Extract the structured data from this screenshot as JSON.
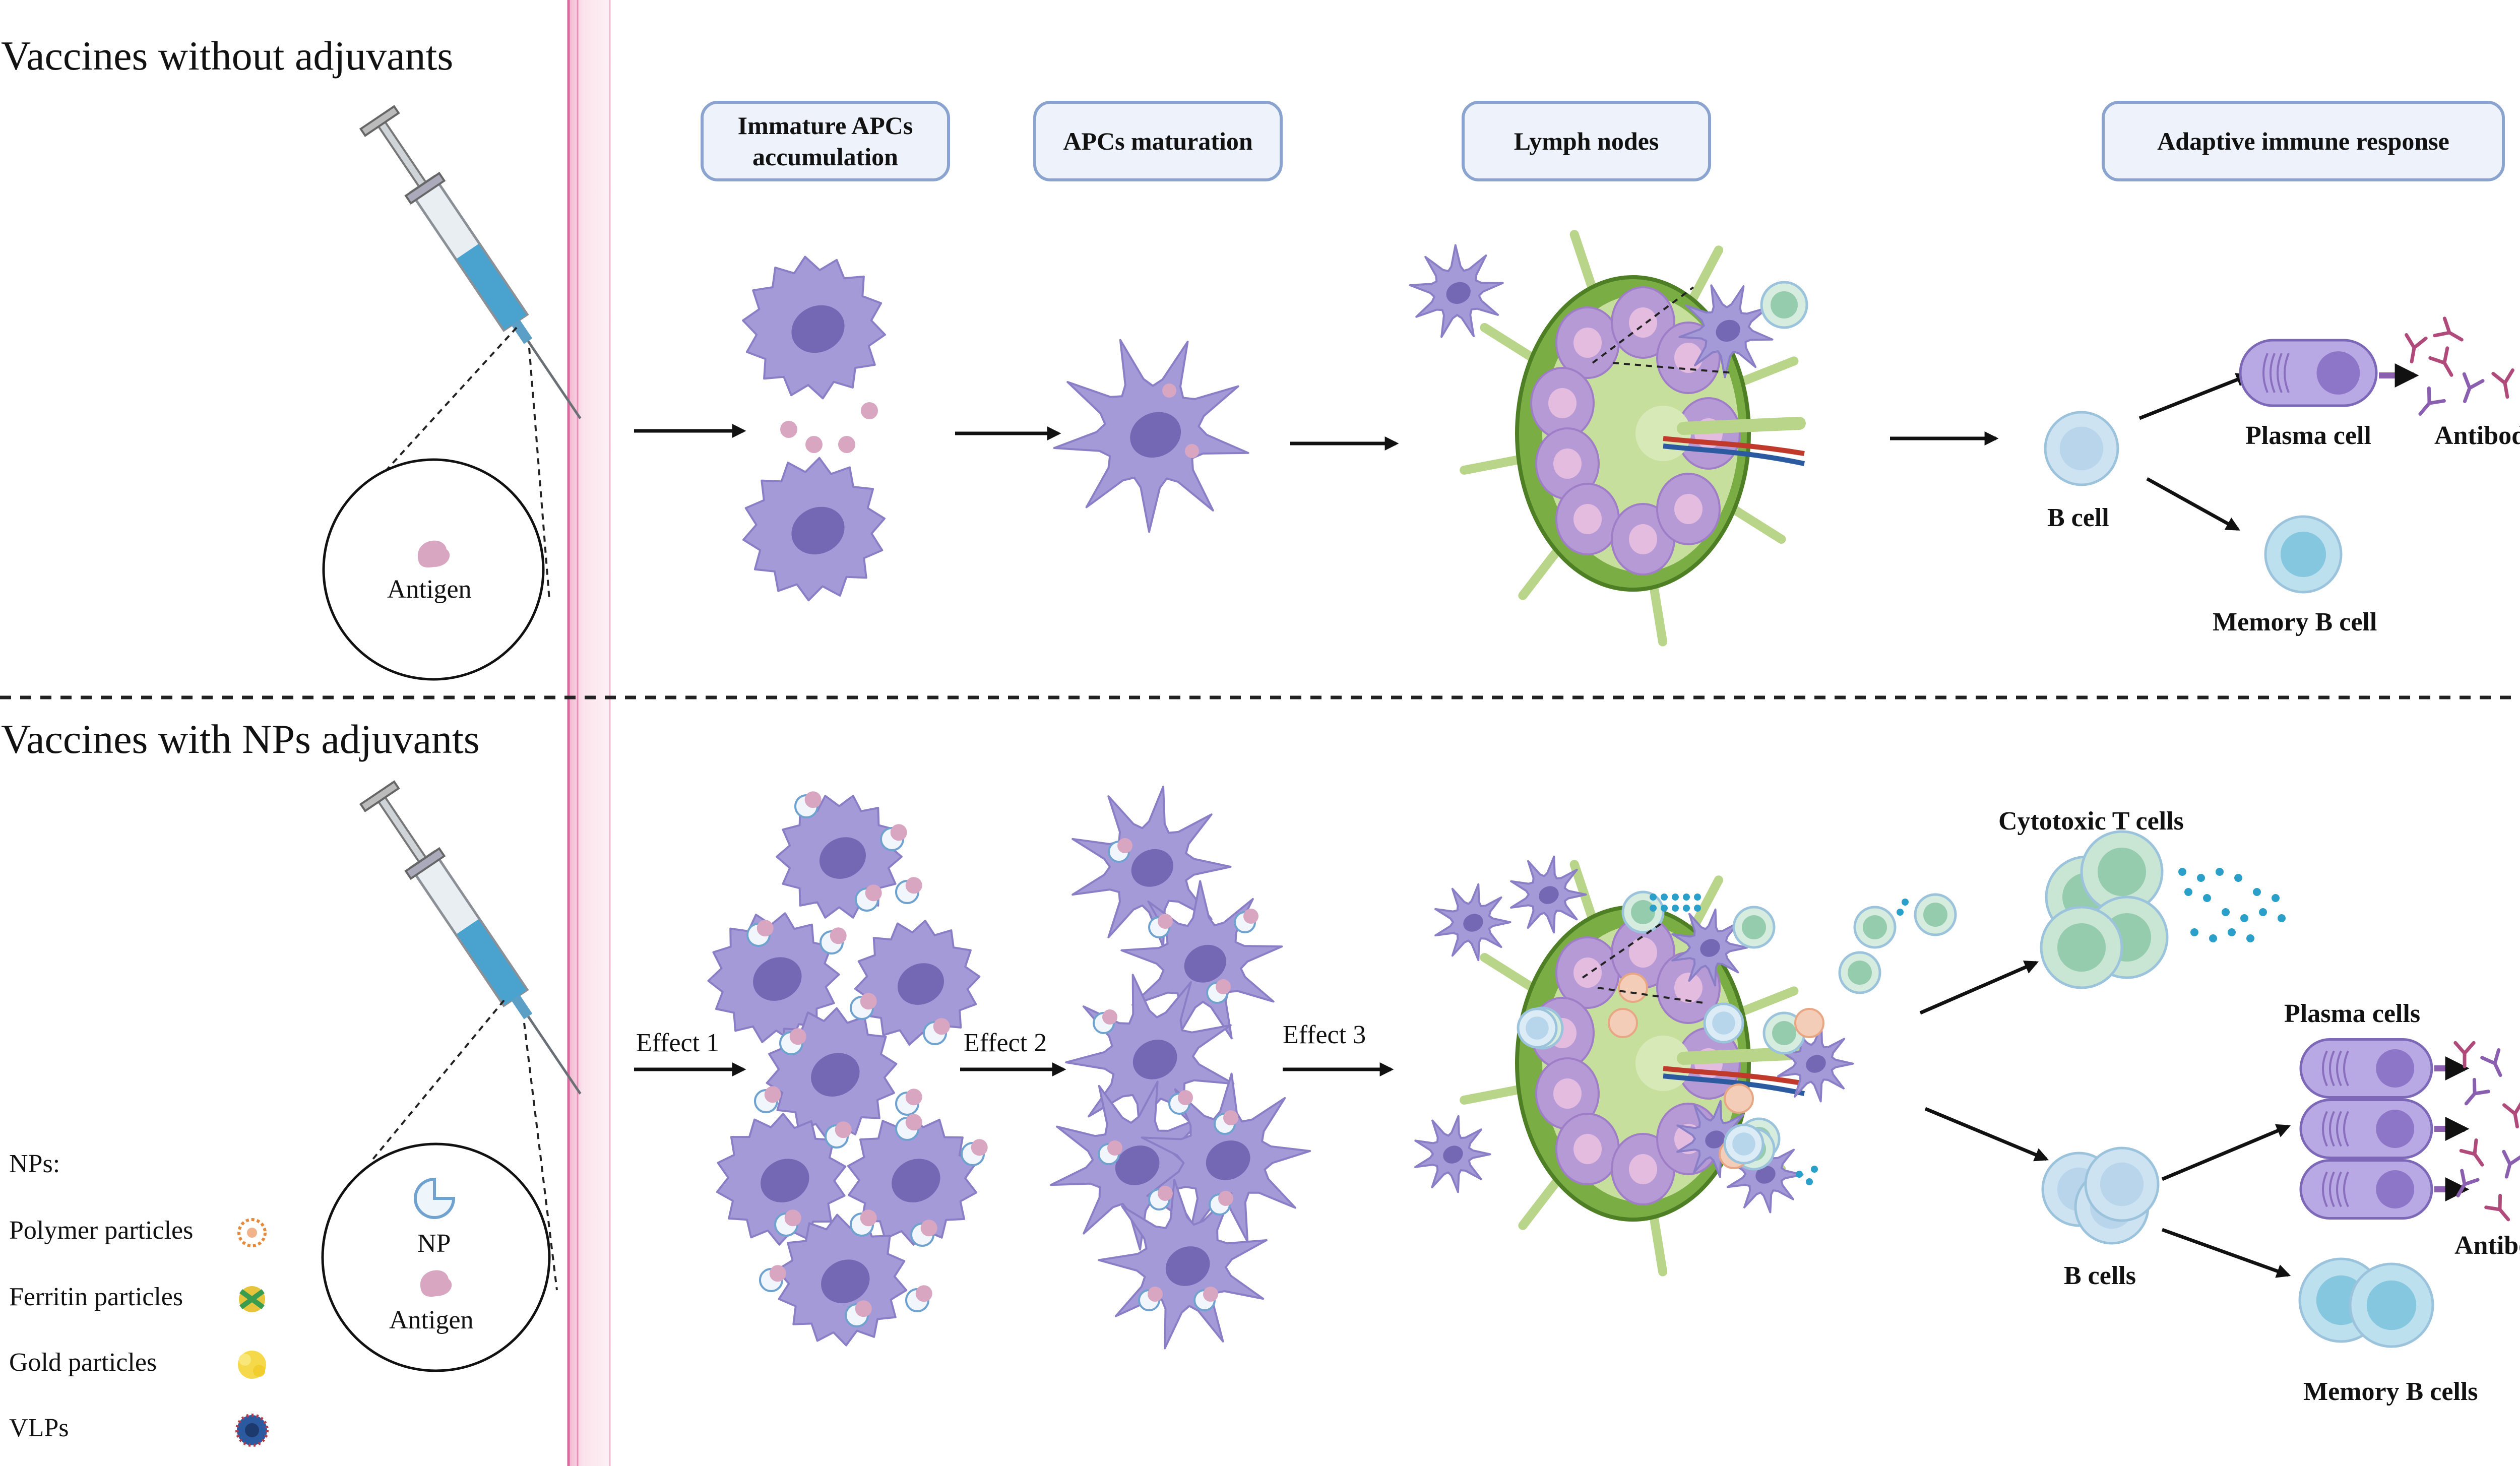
{
  "top_section": {
    "title": "Vaccines without adjuvants",
    "zoom_label": "Antigen"
  },
  "bottom_section": {
    "title": "Vaccines with NPs adjuvants",
    "zoom_label_np": "NP",
    "zoom_label_antigen": "Antigen"
  },
  "stages": {
    "immature_line1": "Immature APCs",
    "immature_line2": "accumulation",
    "maturation": "APCs maturation",
    "lymph": "Lymph nodes",
    "adaptive": "Adaptive immune response"
  },
  "top_labels": {
    "b_cell": "B cell",
    "plasma_cell": "Plasma cell",
    "antibodies": "Antibodies",
    "memory_b_cell": "Memory B cell"
  },
  "bottom_labels": {
    "effect1": "Effect 1",
    "effect2": "Effect 2",
    "effect3": "Effect 3",
    "cytotoxic": "Cytotoxic T cells",
    "plasma_cells": "Plasma cells",
    "antibodies": "Antibodies",
    "b_cells": "B cells",
    "memory_b_cells": "Memory B cells"
  },
  "np_legend": {
    "heading": "NPs:",
    "items": [
      "Polymer particles",
      "Ferritin particles",
      "Gold particles",
      "VLPs"
    ]
  },
  "colors": {
    "apc_fill": "#a59ad8",
    "apc_nucleus": "#7468b4",
    "antigen": "#d9a6c2",
    "b_cell": "#cde3f2",
    "t_cell": "#a9d8c0",
    "plasma": "#8d75c7",
    "lymph_green": "#6ea33a",
    "divider_pink": "#f4c8dc"
  }
}
